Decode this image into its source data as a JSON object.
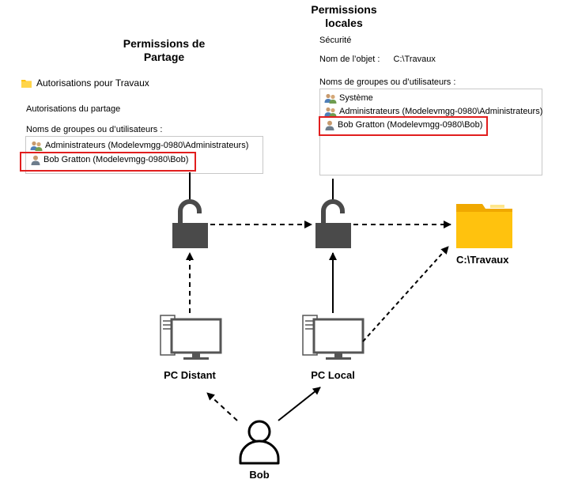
{
  "left_panel": {
    "title_line1": "Permissions de",
    "title_line2": "Partage",
    "folder_label": "Autorisations pour Travaux",
    "section_label": "Autorisations du partage",
    "list_label": "Noms de groupes ou d’utilisateurs :",
    "items": [
      {
        "label": "Administrateurs (Modelevmgg-0980\\Administrateurs)",
        "icon": "user-group-icon"
      },
      {
        "label": "Bob Gratton (Modelevmgg-0980\\Bob)",
        "icon": "user-icon"
      }
    ]
  },
  "right_panel": {
    "title_line1": "Permissions",
    "title_line2": "locales",
    "tab_label": "Sécurité",
    "object_label": "Nom de l’objet :",
    "object_value": "C:\\Travaux",
    "list_label": "Noms de groupes ou d’utilisateurs :",
    "items": [
      {
        "label": "Système",
        "icon": "user-group-icon"
      },
      {
        "label": "Administrateurs (Modelevmgg-0980\\Administrateurs)",
        "icon": "user-group-icon"
      },
      {
        "label": "Bob Gratton (Modelevmgg-0980\\Bob)",
        "icon": "user-icon"
      }
    ]
  },
  "nodes": {
    "folder": "C:\\Travaux",
    "pc_remote": "PC Distant",
    "pc_local": "PC Local",
    "user": "Bob"
  },
  "colors": {
    "highlight": "#e11e1e",
    "lock": "#4a4a4a",
    "folder": "#ffc20e",
    "folder_dark": "#f0a800"
  }
}
